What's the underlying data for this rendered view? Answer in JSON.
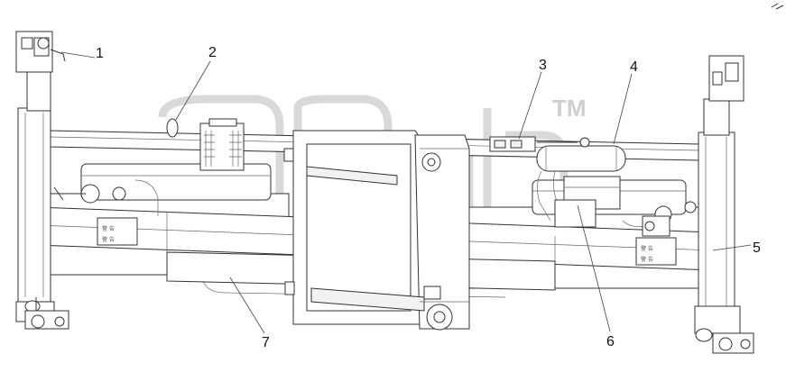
{
  "callouts": [
    {
      "id": "1",
      "label": "1"
    },
    {
      "id": "2",
      "label": "2"
    },
    {
      "id": "3",
      "label": "3"
    },
    {
      "id": "4",
      "label": "4"
    },
    {
      "id": "5",
      "label": "5"
    },
    {
      "id": "6",
      "label": "6"
    },
    {
      "id": "7",
      "label": "7"
    }
  ],
  "watermark": {
    "text": "эпсф",
    "tm": "TM"
  },
  "plates": {
    "left": [
      "警 告",
      "警 告"
    ],
    "right": [
      "警 告",
      "警 告"
    ]
  }
}
